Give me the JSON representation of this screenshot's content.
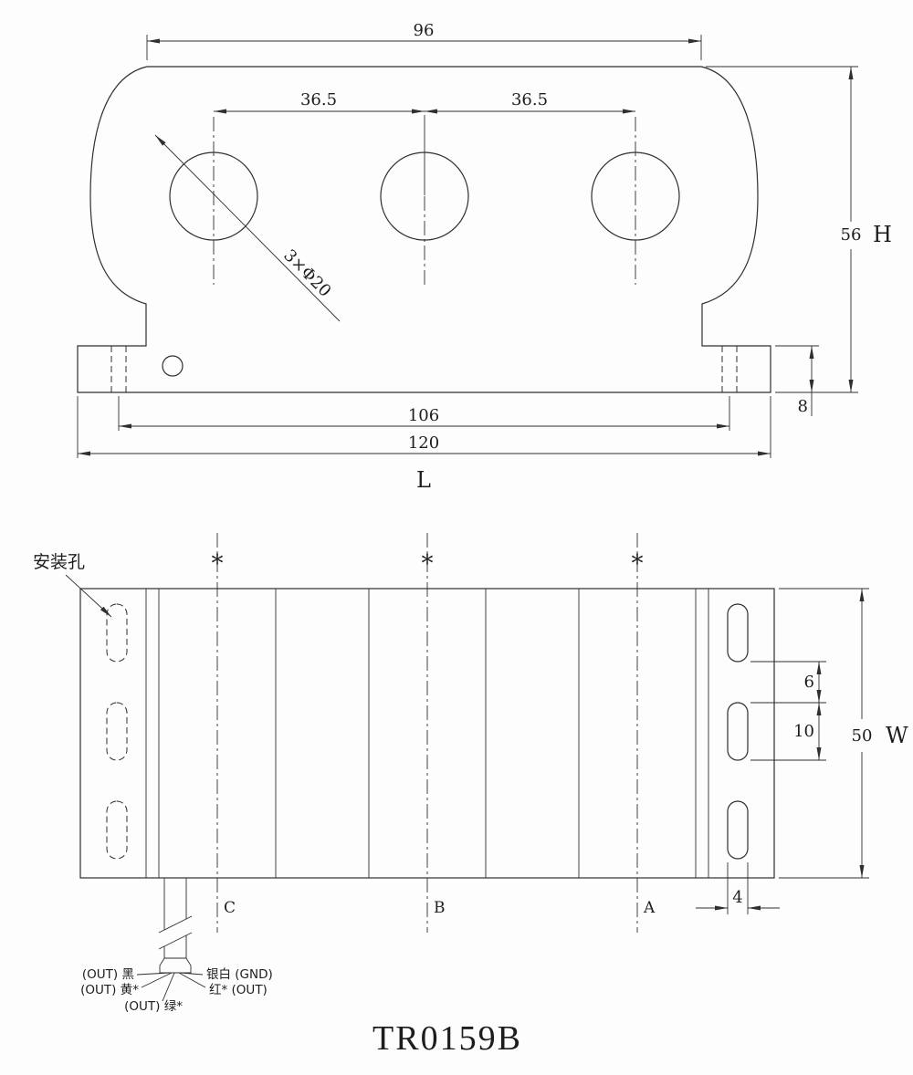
{
  "drawing": {
    "title": "TR0159B"
  },
  "front_view": {
    "dim_top_width": "96",
    "dim_pitch_left": "36.5",
    "dim_pitch_right": "36.5",
    "hole_callout": "3×Φ20",
    "dim_height": "56",
    "height_symbol": "H",
    "dim_foot_height": "8",
    "dim_mount_pitch": "106",
    "dim_overall_length": "120",
    "length_symbol": "L"
  },
  "plan_view": {
    "mount_hole_label": "安装孔",
    "ref_marks": [
      "*",
      "*",
      "*"
    ],
    "section_labels": [
      "C",
      "B",
      "A"
    ],
    "dim_slot_gap": "6",
    "dim_slot_pitch": "10",
    "dim_width": "50",
    "width_symbol": "W",
    "dim_slot_width": "4"
  },
  "wire_labels": {
    "black": "(OUT) 黑",
    "yellow": "(OUT) 黄*",
    "green": "(OUT) 绿*",
    "silver": "银白 (GND)",
    "red": "红* (OUT)"
  }
}
